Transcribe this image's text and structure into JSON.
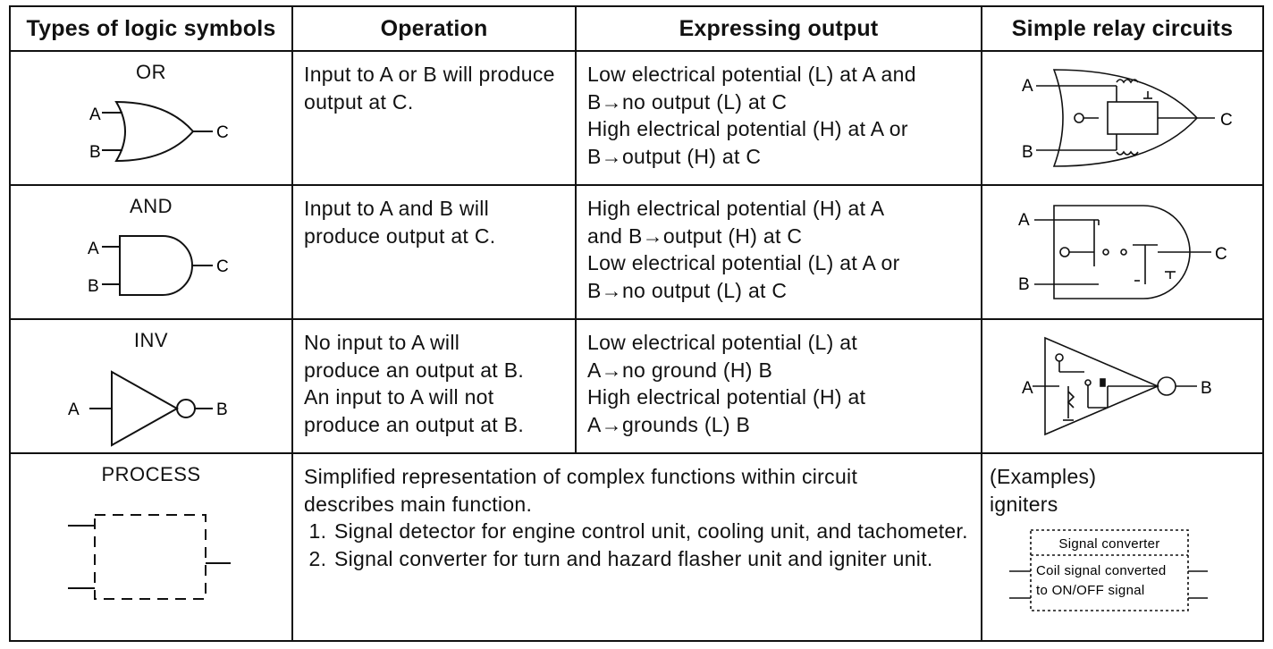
{
  "headers": {
    "types": "Types of logic symbols",
    "operation": "Operation",
    "expressing": "Expressing output",
    "relay": "Simple relay circuits"
  },
  "rows": [
    {
      "symbol_name": "OR",
      "operation": "Input to A or B will produce output at C.",
      "output_lines": [
        "Low electrical potential (L) at A and",
        "B→no output (L) at C",
        "High electrical potential (H) at A or",
        "B→output (H) at C"
      ]
    },
    {
      "symbol_name": "AND",
      "operation": "Input to A and B will produce output at C.",
      "output_lines": [
        "High electrical potential (H) at A",
        "and B→output (H) at C",
        "Low electrical potential (L) at A or",
        "B→no output (L) at C"
      ]
    },
    {
      "symbol_name": "INV",
      "operation_lines": [
        "No input to A will",
        "produce an output at B.",
        "An input to A will not",
        "produce an output at B."
      ],
      "output_lines": [
        "Low electrical potential (L) at",
        "A→no ground (H) B",
        "High electrical potential (H) at",
        "A→grounds (L) B"
      ]
    },
    {
      "symbol_name": "PROCESS",
      "description_lines": [
        "Simplified representation of complex functions within circuit",
        "describes main function."
      ],
      "list": [
        "Signal detector for engine control unit, cooling unit, and tachometer.",
        "Signal converter for turn and hazard flasher unit and igniter unit."
      ],
      "examples_label": "(Examples)",
      "examples_value": "igniters",
      "converter_title": "Signal converter",
      "converter_line1": "Coil signal converted",
      "converter_line2": "to ON/OFF signal"
    }
  ],
  "pins": {
    "a": "A",
    "b": "B",
    "c": "C"
  }
}
